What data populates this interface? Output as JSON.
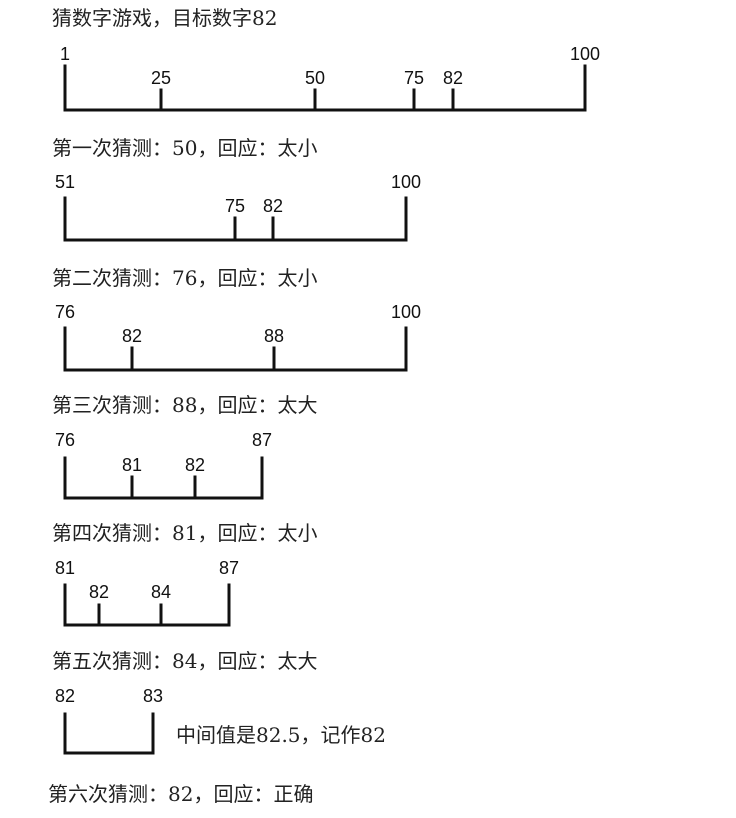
{
  "title": "猜数字游戏，目标数字82",
  "rounds": [
    {
      "range": {
        "left": "1",
        "right": "100",
        "lo": 1,
        "hi": 100
      },
      "inner_ticks": [
        {
          "label": "25",
          "value": 25
        },
        {
          "label": "50",
          "value": 50
        },
        {
          "label": "75",
          "value": 75
        },
        {
          "label": "82",
          "value": 82
        }
      ],
      "caption": "第一次猜测：50，回应：太小"
    },
    {
      "range": {
        "left": "51",
        "right": "100",
        "lo": 51,
        "hi": 100
      },
      "inner_ticks": [
        {
          "label": "75",
          "value": 75
        },
        {
          "label": "82",
          "value": 82
        }
      ],
      "caption": "第二次猜测：76，回应：太小"
    },
    {
      "range": {
        "left": "76",
        "right": "100",
        "lo": 76,
        "hi": 100
      },
      "inner_ticks": [
        {
          "label": "82",
          "value": 82
        },
        {
          "label": "88",
          "value": 88
        }
      ],
      "caption": "第三次猜测：88，回应：太大"
    },
    {
      "range": {
        "left": "76",
        "right": "87",
        "lo": 76,
        "hi": 87
      },
      "inner_ticks": [
        {
          "label": "81",
          "value": 81
        },
        {
          "label": "82",
          "value": 82
        }
      ],
      "caption": "第四次猜测：81，回应：太小"
    },
    {
      "range": {
        "left": "81",
        "right": "87",
        "lo": 81,
        "hi": 87
      },
      "inner_ticks": [
        {
          "label": "82",
          "value": 82
        },
        {
          "label": "84",
          "value": 84
        }
      ],
      "caption": "第五次猜测：84，回应：太大"
    },
    {
      "range": {
        "left": "82",
        "right": "83",
        "lo": 82,
        "hi": 83
      },
      "inner_ticks": [],
      "note": "中间值是82.5，记作82",
      "caption": "第六次猜测：82，回应：正确"
    }
  ]
}
